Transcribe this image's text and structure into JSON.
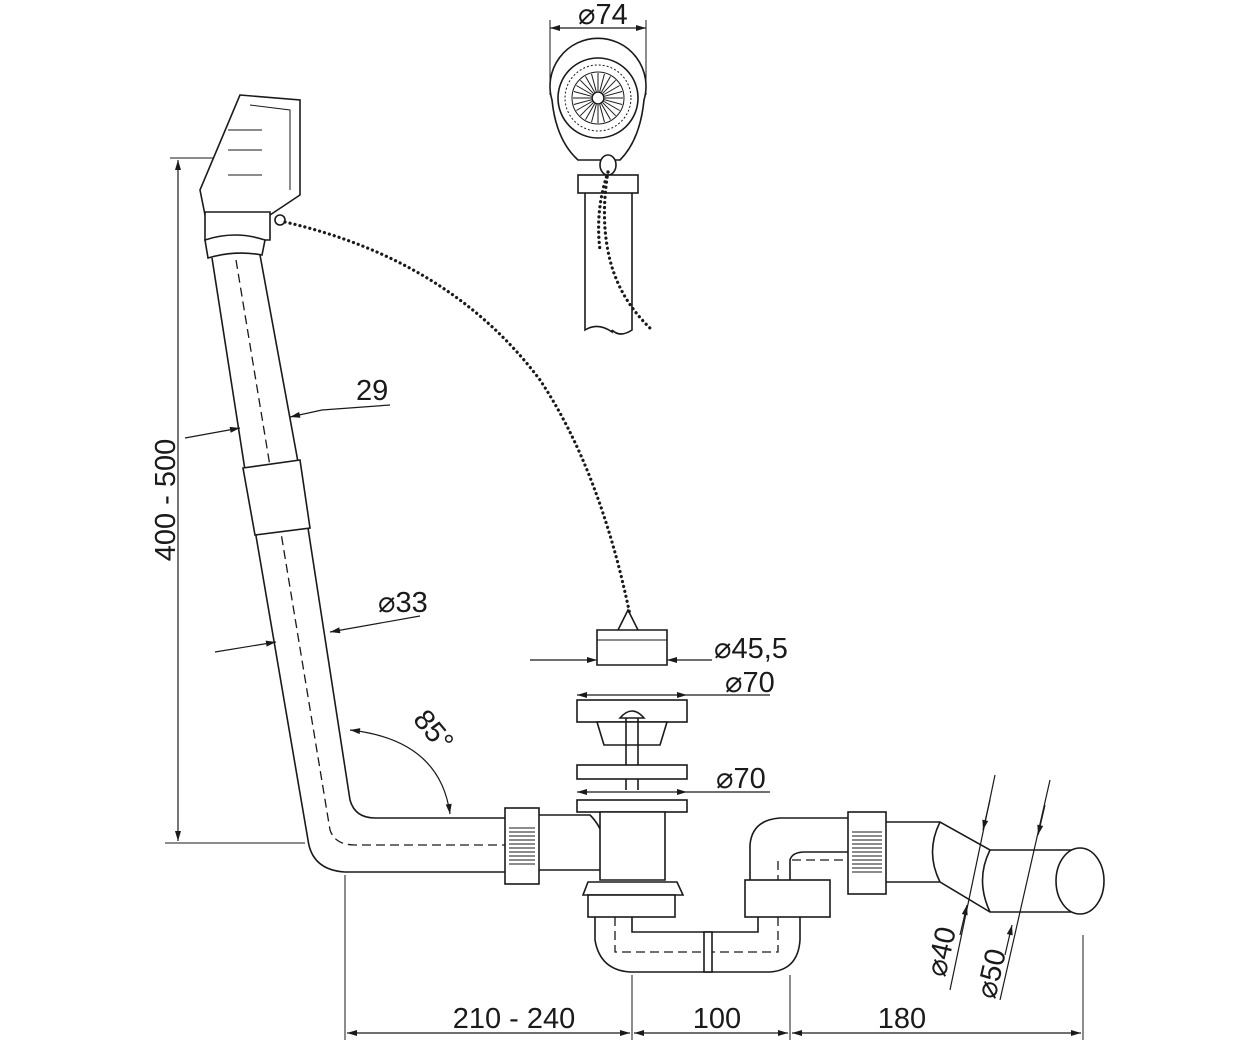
{
  "drawing": {
    "dimensions": {
      "top_diameter": "⌀74",
      "pipe_width": "29",
      "height_range": "400 - 500",
      "pipe_diameter": "⌀33",
      "plug_diameter": "⌀45,5",
      "flange_diameter_top": "⌀70",
      "flange_diameter_bottom": "⌀70",
      "angle": "85°",
      "outlet_diameter_small": "⌀40",
      "outlet_diameter_large": "⌀50",
      "length_left": "210 - 240",
      "length_middle": "100",
      "length_right": "180"
    }
  }
}
